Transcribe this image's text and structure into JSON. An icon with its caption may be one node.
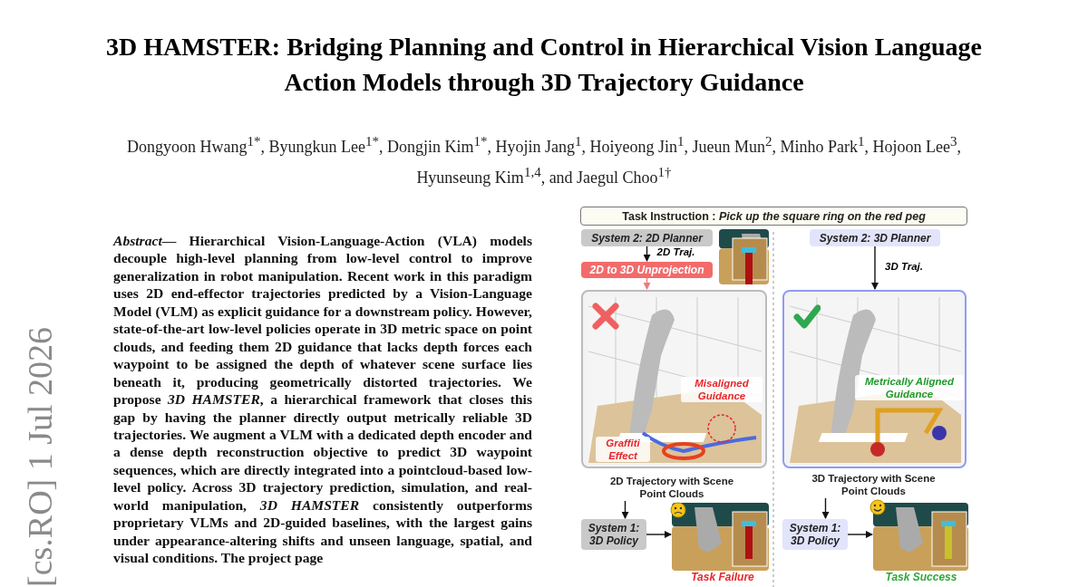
{
  "diagram": {
    "nodes": [
      {
        "text": [
          "Task Instruction : *Pick up the square ring on the red peg*"
        ]
      },
      {
        "text": [
          "System 2: 2D Planner"
        ]
      },
      {
        "text": [
          "2D to 3D Unprojection"
        ]
      },
      {
        "text": [
          "Misaligned Guidance",
          "Graffiti Effect"
        ]
      },
      {
        "text": [
          "2D Trajectory with Scene Point Clouds"
        ]
      },
      {
        "text": [
          "System 1: 3D Policy"
        ]
      },
      {
        "text": [],
        "shape": "picture",
        "beside": [
          "Task Failure"
        ]
      },
      {
        "text": [
          "System 2: 3D Planner"
        ]
      },
      {
        "text": [
          "Metrically Aligned Guidance"
        ]
      },
      {
        "text": [
          "3D Trajectory with Scene Point Clouds"
        ]
      },
      {
        "text": [
          "System 1: 3D Policy"
        ]
      },
      {
        "text": [],
        "shape": "picture",
        "beside": [
          "Task Success"
        ]
      }
    ],
    "edges": [
      {
        "from": 1,
        "to": 2,
        "arrow": "to",
        "label": "2D Traj."
      },
      {
        "from": 2,
        "to": 3,
        "arrow": "to",
        "color": "#f07a7a"
      },
      {
        "from": 4,
        "to": 5,
        "arrow": "to"
      },
      {
        "from": 5,
        "to": 6,
        "arrow": "to"
      },
      {
        "from": 7,
        "to": 8,
        "arrow": "to",
        "label": "3D Traj."
      },
      {
        "from": 9,
        "to": 10,
        "arrow": "to"
      },
      {
        "from": 10,
        "to": 11,
        "arrow": "to"
      }
    ],
    "labels": [
      "3D HAMSTER: Bridging Planning and Control in Hierarchical Vision Language Action Models through 3D Trajectory Guidance",
      "Dongyoon Hwang$^{1*}$, Byungkun Lee$^{1*}$, Dongjin Kim$^{1*}$, Hyojin Jang$^{1}$, Hoiyeong Jin$^{1}$, Jueun Mun$^{2}$, Minho Park$^{1}$, Hojoon Lee$^{3}$, Hyunseung Kim$^{1,4}$, and Jaegul Choo$^{1†}$",
      "[cs.RO] 1 Jul 2026",
      "*Abstract*— Hierarchical Vision-Language-Action (VLA) models decouple high-level planning from low-level control to improve generalization in robot manipulation. Recent work in this paradigm uses 2D end-effector trajectories predicted by a Vision-Language Model (VLM) as explicit guidance for a downstream policy. However, state-of-the-art low-level policies operate in 3D metric space on point clouds, and feeding them 2D guidance that lacks depth forces each waypoint to be assigned the depth of whatever scene surface lies beneath it, producing geometrically distorted trajectories. We propose *3D HAMSTER*, a hierarchical framework that closes this gap by having the planner directly output metrically reliable 3D trajectories. We augment a VLM with a dedicated depth encoder and a dense depth reconstruction objective to predict 3D waypoint sequences, which are directly integrated into a pointcloud-based low-level policy. Across 3D trajectory prediction, simulation, and real-world manipulation, *3D HAMSTER* consistently outperforms proprietary VLMs and 2D-guided baselines, with the largest gains under appearance-altering shifts and unseen language, spatial, and visual conditions. The project page"
    ]
  }
}
